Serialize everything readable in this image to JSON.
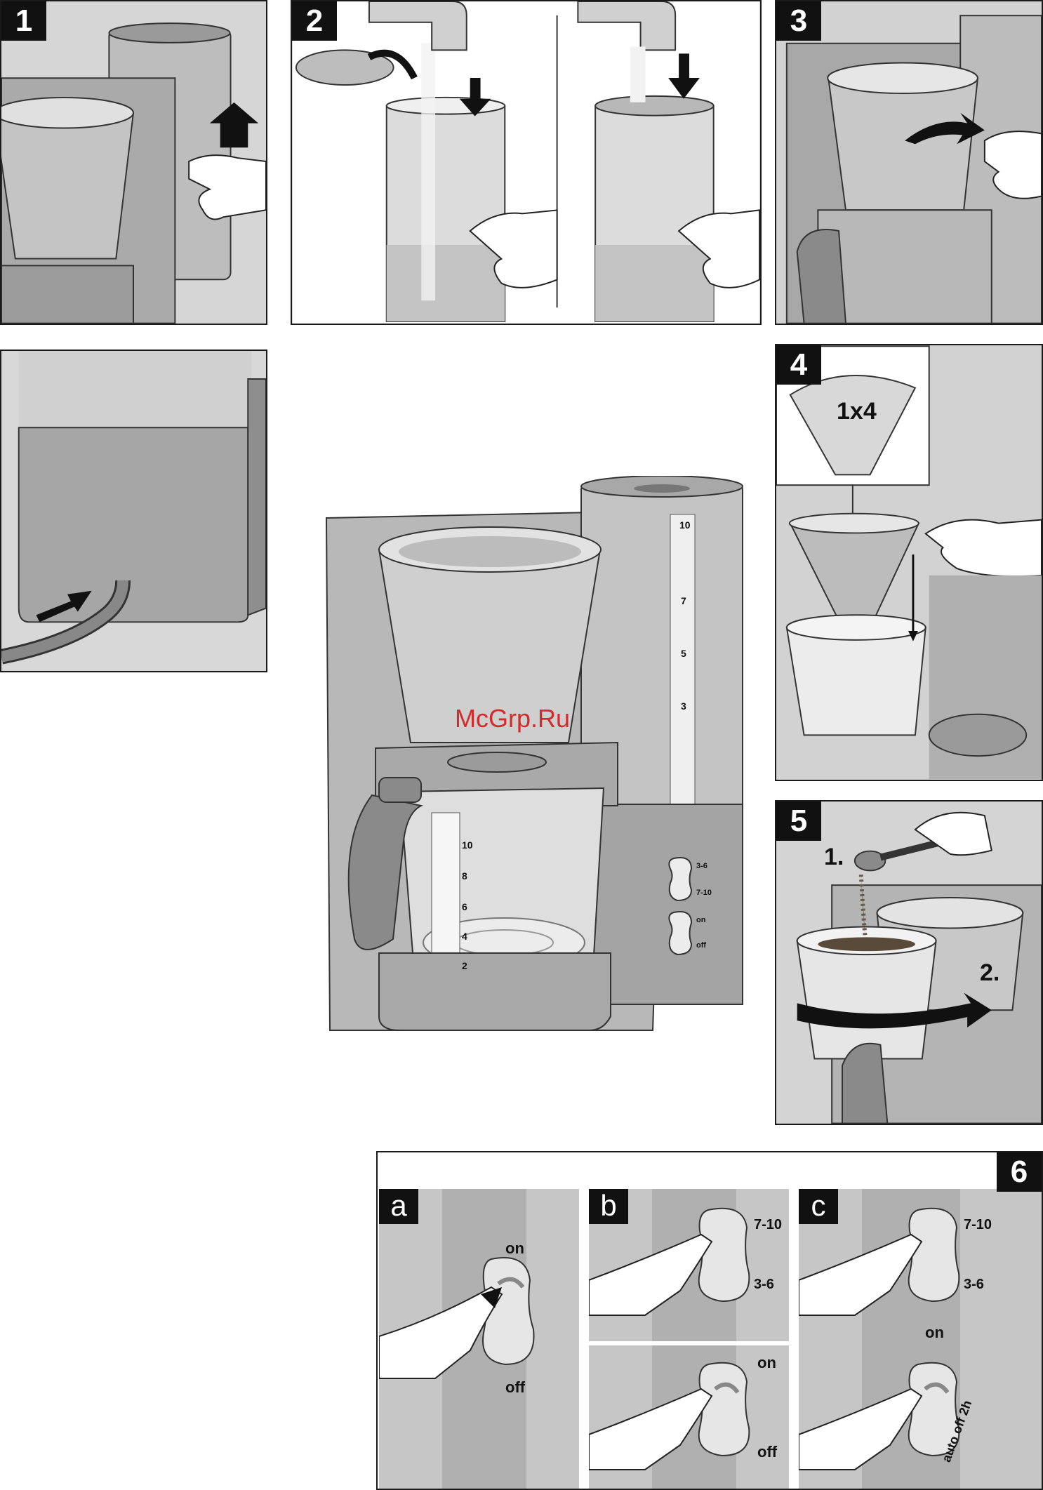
{
  "watermark": "McGrp.Ru",
  "steps": {
    "s1": "1",
    "s2": "2",
    "s3": "3",
    "s4": "4",
    "s5": "5",
    "s6": "6"
  },
  "filter": {
    "size_label": "1x4"
  },
  "step5": {
    "part1": "1.",
    "part2": "2."
  },
  "machine": {
    "tank_scale": [
      "10",
      "7",
      "5",
      "3"
    ],
    "carafe_scale": [
      "10",
      "8",
      "6",
      "4",
      "2"
    ],
    "amount_labels": {
      "high": "7-10",
      "low": "3-6"
    },
    "power_labels": {
      "on": "on",
      "off": "off"
    }
  },
  "step6": {
    "a": {
      "letter": "a",
      "on": "on",
      "off": "off"
    },
    "b": {
      "letter": "b",
      "high": "7-10",
      "low": "3-6",
      "on": "on",
      "off": "off"
    },
    "c": {
      "letter": "c",
      "high": "7-10",
      "low": "3-6",
      "on": "on",
      "auto_off": "auto off 2h"
    }
  },
  "colors": {
    "ink": "#111111",
    "panel_gray": "#cfcfcf",
    "metal": "#b5b5b5",
    "watermark": "#d42a2a"
  }
}
